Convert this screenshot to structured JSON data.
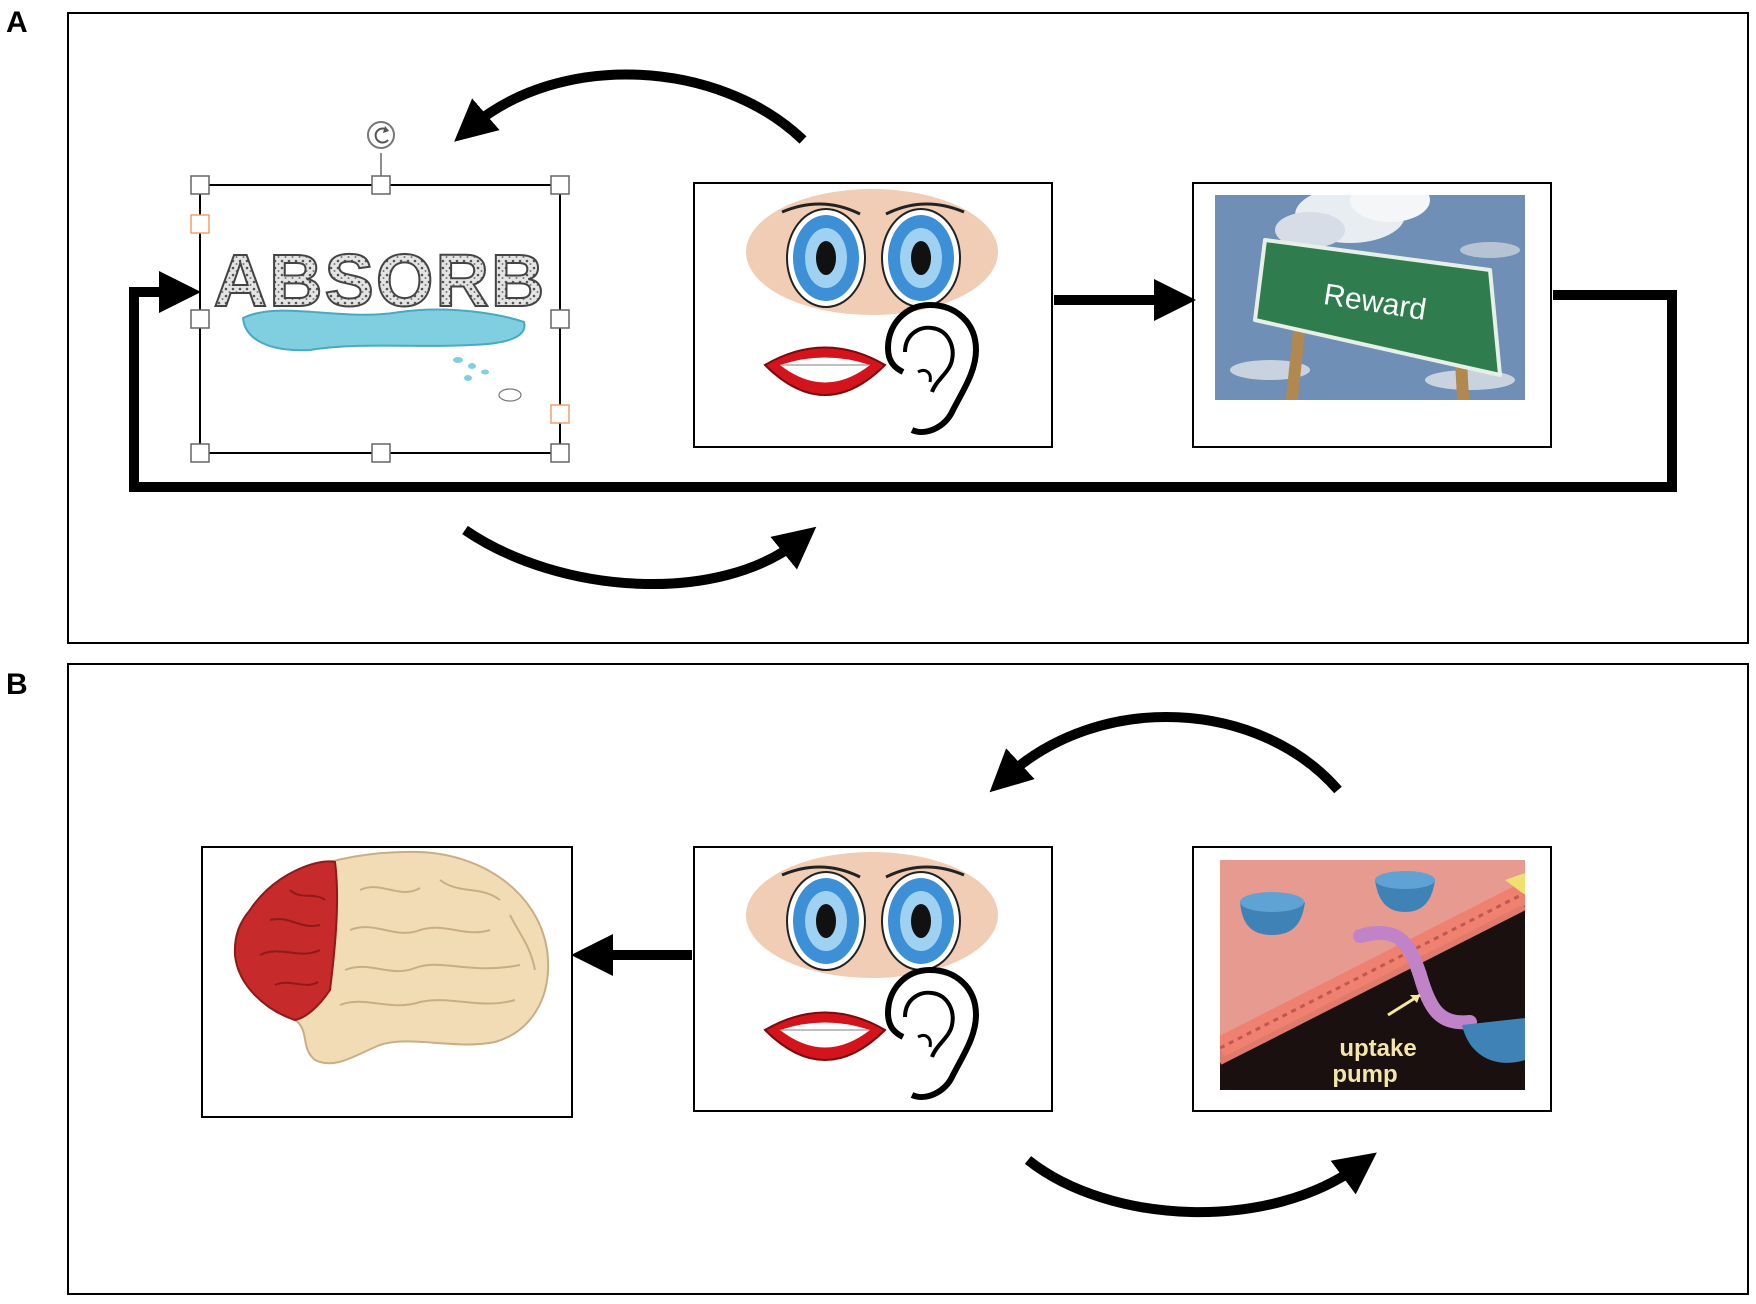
{
  "panels": {
    "a": {
      "label": "A"
    },
    "b": {
      "label": "B"
    }
  },
  "images": {
    "absorb": {
      "word": "ABSORB"
    },
    "reward": {
      "sign_text": "Reward"
    },
    "pump": {
      "label_line1": "uptake",
      "label_line2": "pump"
    }
  },
  "colors": {
    "outline": "#000000",
    "skin": "#f0cdb4",
    "iris": "#3d8fd6",
    "lips": "#d3141c",
    "sign_green": "#2f7d4e",
    "sky": "#6f8fb7",
    "brain_red": "#c62a2a",
    "brain_cream": "#f2dcb6",
    "membrane": "#e6887a",
    "water": "#7fcfe0"
  }
}
